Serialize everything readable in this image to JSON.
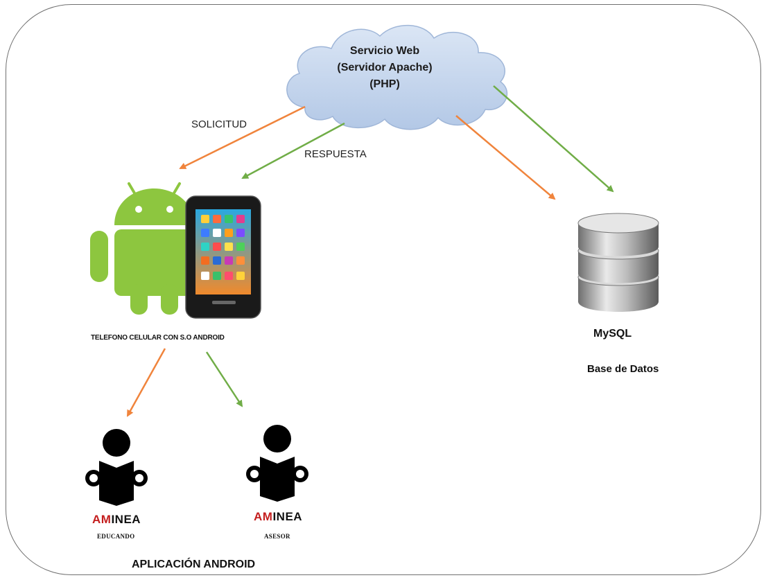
{
  "service": {
    "line1": "Servicio Web",
    "line2": "(Servidor Apache)",
    "line3": "(PHP)"
  },
  "edges": {
    "request_label": "SOLICITUD",
    "response_label": "RESPUESTA"
  },
  "colors": {
    "request_arrow": "#f0843c",
    "response_arrow": "#70ad47",
    "cloud_fill": "#c5d6ee",
    "android_green": "#8dc63f",
    "brand_red": "#c41e1e"
  },
  "client": {
    "label": "TELEFONO CELULAR CON S.O ANDROID"
  },
  "database": {
    "name": "MySQL",
    "subtitle": "Base de Datos"
  },
  "users": [
    {
      "brand_a": "AM",
      "brand_b": "INEA",
      "role": "EDUCANDO"
    },
    {
      "brand_a": "AM",
      "brand_b": "INEA",
      "role": "ASESOR"
    }
  ],
  "app_label": "APLICACIÓN ANDROID"
}
